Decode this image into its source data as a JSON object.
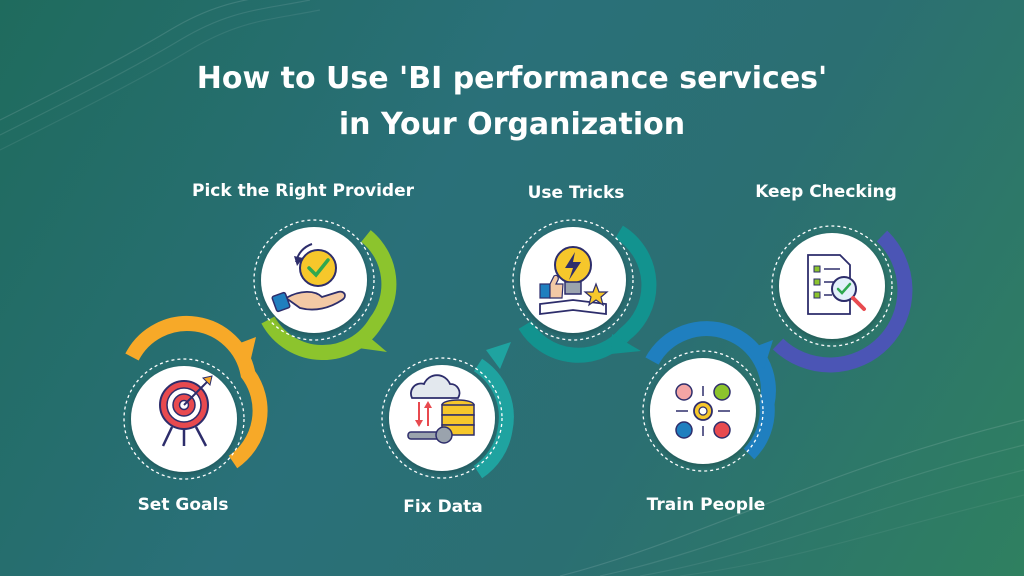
{
  "title": {
    "line1": "How to Use 'BI performance services'",
    "line2": "in Your Organization"
  },
  "steps": [
    {
      "label": "Set Goals",
      "icon": "target-icon",
      "color": "#f7a928"
    },
    {
      "label": "Pick the Right Provider",
      "icon": "hand-check-icon",
      "color": "#8cc42d"
    },
    {
      "label": "Fix Data",
      "icon": "database-icon",
      "color": "#1fa3a0"
    },
    {
      "label": "Use Tricks",
      "icon": "lightbulb-icon",
      "color": "#12938f"
    },
    {
      "label": "Train People",
      "icon": "team-icon",
      "color": "#1f7fbf"
    },
    {
      "label": "Keep Checking",
      "icon": "checklist-icon",
      "color": "#4b55b5"
    }
  ]
}
